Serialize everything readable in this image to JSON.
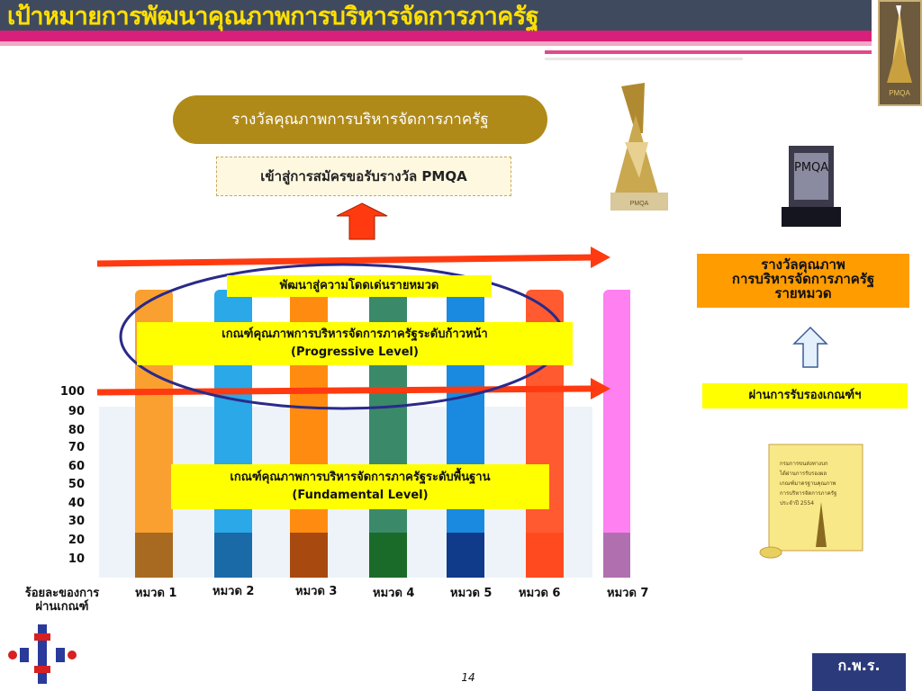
{
  "header": {
    "title": "เป้าหมายการพัฒนาคุณภาพการบริหารจัดการภาครัฐ"
  },
  "award_title": "รางวัลคุณภาพการบริหารจัดการภาครัฐ",
  "apply_text": "เข้าสู่การสมัครขอรับรางวัล PMQA",
  "excellence_text": "พัฒนาสู่ความโดดเด่นรายหมวด",
  "progressive": {
    "line1": "เกณฑ์คุณภาพการบริหารจัดการภาครัฐระดับก้าวหน้า",
    "line2": "(Progressive  Level)"
  },
  "fundamental": {
    "line1": "เกณฑ์คุณภาพการบริหารจัดการภาครัฐระดับพื้นฐาน",
    "line2": "(Fundamental  Level)"
  },
  "award_category": {
    "line1": "รางวัลคุณภาพ",
    "line2": "การบริหารจัดการภาครัฐ",
    "line3": "รายหมวด"
  },
  "pass_text": "ผ่านการรับรองเกณฑ์ฯ",
  "trophy_label": "PMQA",
  "certificate": {
    "lines": [
      "กรมการขนส่งทางบก",
      "ได้ผ่านการรับรองผล",
      "เกณฑ์มาตรฐานคุณภาพ",
      "การบริหารจัดการภาครัฐ",
      "ประจำปี 2554"
    ]
  },
  "gpr_logo": "ก.พ.ร.",
  "page_number": "14",
  "colors": {
    "title": "#ffe000",
    "header": "#404a5e",
    "pink": "#d8207a",
    "gold": "#b08a18",
    "arrow_red": "#ff3a10",
    "ellipse": "#2a2a8a"
  },
  "chart_data": {
    "type": "bar",
    "axis_title_line1": "ร้อยละของการ",
    "axis_title_line2": "ผ่านเกณฑ์",
    "y_ticks": [
      "100",
      "90",
      "80",
      "70",
      "60",
      "50",
      "40",
      "30",
      "20",
      "10"
    ],
    "categories": [
      "หมวด 1",
      "หมวด 2",
      "หมวด 3",
      "หมวด 4",
      "หมวด 5",
      "หมวด 6",
      "หมวด 7"
    ],
    "bar_colors": [
      "#f9a030",
      "#2aa8e8",
      "#ff8c10",
      "#3a8a6a",
      "#1a8ae0",
      "#ff5a30",
      "#ff80f0"
    ],
    "bar_dark_colors": [
      "#a86a20",
      "#1a6aa8",
      "#a84a10",
      "#1a6a2a",
      "#103a8a",
      "#ff4a20",
      "#b070b0"
    ]
  }
}
